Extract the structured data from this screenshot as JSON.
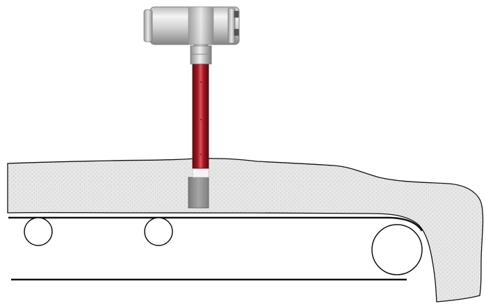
{
  "diagram": {
    "components": [
      "sensor-head-housing",
      "cable-gland",
      "insertion-probe",
      "probe-tip",
      "bulk-material",
      "conveyor-belt",
      "support-roller",
      "head-pulley"
    ],
    "colors": {
      "background": "#ffffff",
      "outline": "#111111",
      "material_fill": "#e6e6e6",
      "material_speckle": "#c4c4c4",
      "probe_red": "#a01622",
      "probe_highlight": "#e0505a",
      "probe_shadow": "#5e0a10",
      "housing_light": "#f2f2f2",
      "housing_dark": "#8a8a8a",
      "probe_tip_gray": "#9a9a9a"
    }
  }
}
